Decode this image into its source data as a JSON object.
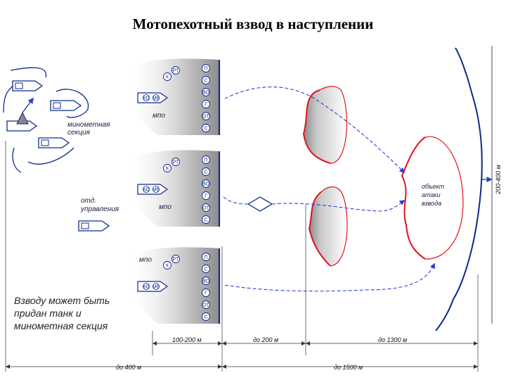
{
  "title": "Мотопехотный взвод в наступлении",
  "colors": {
    "blue": "#0d2a8a",
    "red": "#e3121b",
    "dash_blue": "#2a3fd6",
    "gray_fill": "#9a9a9a"
  },
  "labels": {
    "mortar_section": "минометная\nсекция",
    "control_squad": "отд.\nуправления",
    "mpo": "мпо",
    "attack_object": "объект\nатаки\nвзвода",
    "note": "Взводу может быть\nпридан танк и\nминометная секция",
    "side_depth": "200-400 м"
  },
  "squad_markers": [
    "П",
    "С",
    "ВО",
    "Г",
    "ОТ",
    "С"
  ],
  "vehicle_markers": {
    "rt": "РТ",
    "k": "К",
    "kd": "КО",
    "mv": "МВ"
  },
  "measurements": {
    "upper": [
      "100-200 м",
      "до 200 м",
      "до 1300 м"
    ],
    "lower": [
      "до 400 м",
      "до 1500 м"
    ]
  }
}
